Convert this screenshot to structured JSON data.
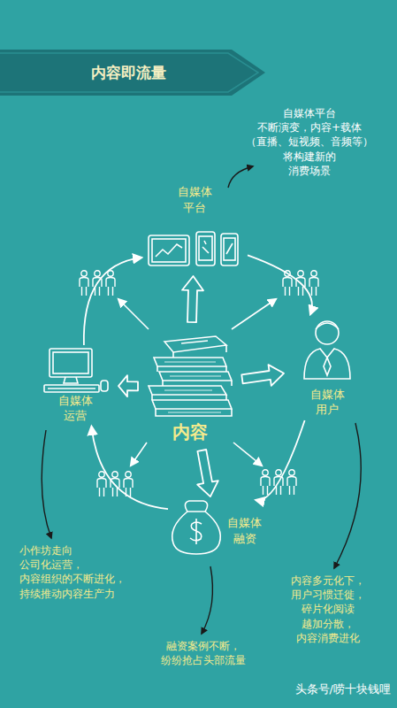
{
  "diagram": {
    "title": "内容即流量",
    "nodes": [
      {
        "text": [
          "自媒体 平台"
        ]
      },
      {
        "text": [
          "自媒体 运营"
        ]
      },
      {
        "text": [
          "内容"
        ]
      },
      {
        "text": [
          "自媒体 用户"
        ]
      },
      {
        "text": [
          "自媒体 融资"
        ]
      }
    ],
    "edges": [
      {
        "from": 2,
        "to": 0,
        "arrow": "to"
      },
      {
        "from": 2,
        "to": 3,
        "arrow": "to"
      },
      {
        "from": 2,
        "to": 4,
        "arrow": "to"
      },
      {
        "from": 2,
        "to": 1,
        "arrow": "to"
      },
      {
        "from": 0,
        "to": 3,
        "arrow": "to"
      },
      {
        "from": 3,
        "to": 4,
        "arrow": "to"
      },
      {
        "from": 4,
        "to": 1,
        "arrow": "to"
      },
      {
        "from": 1,
        "to": 0,
        "arrow": "to"
      }
    ],
    "labels": [
      "自媒体平台 不断演变，内容+载体 （直播、短视频、音频等） 将构建新的 消费场景",
      "小作坊走向 公司化运营， 内容组织的不断进化， 持续推动内容生产力",
      "内容多元化下， 用户习惯迁徙， 碎片化阅读 越加分散， 内容消费进化",
      "融资案例不断， 纷纷抢占头部流量",
      "头条号 / 唠十块钱哩"
    ]
  }
}
